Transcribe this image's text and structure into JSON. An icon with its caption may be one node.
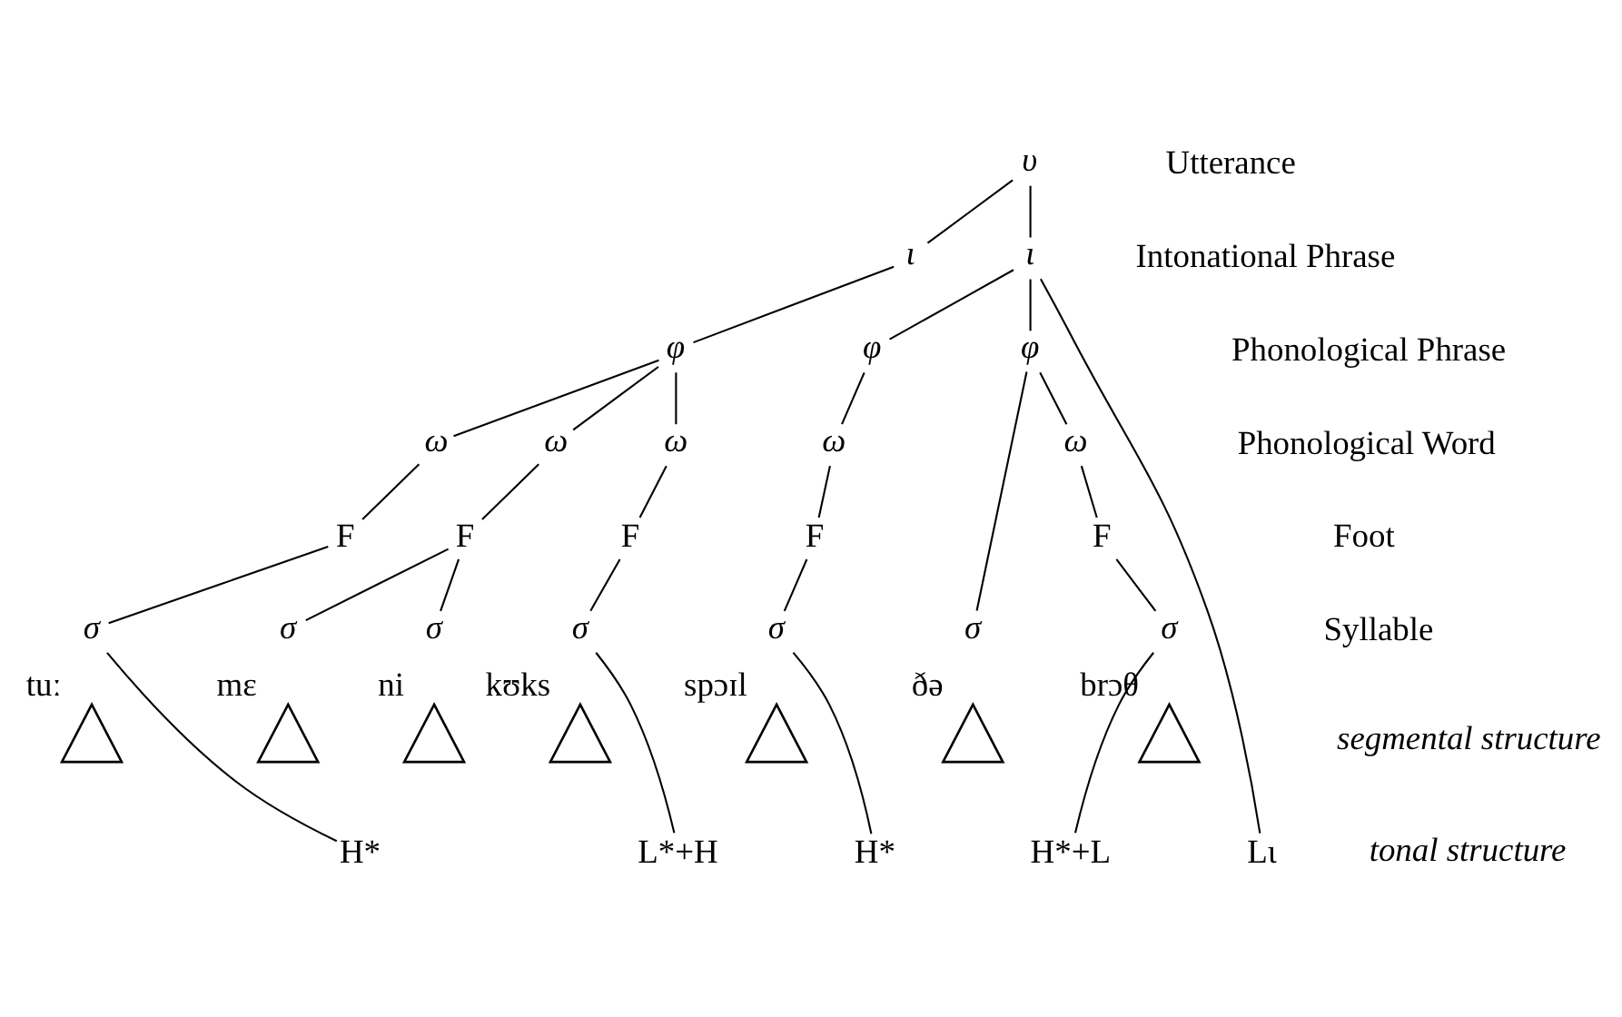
{
  "diagram": {
    "nodes": [
      {
        "text": [
          "υ"
        ]
      },
      {
        "text": [
          "ι"
        ]
      },
      {
        "text": [
          "ι"
        ]
      },
      {
        "text": [
          "φ"
        ]
      },
      {
        "text": [
          "φ"
        ]
      },
      {
        "text": [
          "φ"
        ]
      },
      {
        "text": [
          "ω"
        ]
      },
      {
        "text": [
          "ω"
        ]
      },
      {
        "text": [
          "ω"
        ]
      },
      {
        "text": [
          "ω"
        ]
      },
      {
        "text": [
          "ω"
        ]
      },
      {
        "text": [
          "F"
        ]
      },
      {
        "text": [
          "F"
        ]
      },
      {
        "text": [
          "F"
        ]
      },
      {
        "text": [
          "F"
        ]
      },
      {
        "text": [
          "F"
        ]
      },
      {
        "text": [
          "σ"
        ]
      },
      {
        "text": [
          "σ"
        ]
      },
      {
        "text": [
          "σ"
        ]
      },
      {
        "text": [
          "σ"
        ]
      },
      {
        "text": [
          "σ"
        ]
      },
      {
        "text": [
          "σ"
        ]
      },
      {
        "text": [
          "σ"
        ]
      },
      {
        "text": [],
        "shape": "triangle",
        "beside": [
          "tuː"
        ]
      },
      {
        "text": [],
        "shape": "triangle",
        "beside": [
          "mɛ"
        ]
      },
      {
        "text": [],
        "shape": "triangle",
        "beside": [
          "ni"
        ]
      },
      {
        "text": [],
        "shape": "triangle",
        "beside": [
          "kʊks"
        ]
      },
      {
        "text": [],
        "shape": "triangle",
        "beside": [
          "spɔɪl"
        ]
      },
      {
        "text": [],
        "shape": "triangle",
        "beside": [
          "ðə"
        ]
      },
      {
        "text": [],
        "shape": "triangle",
        "beside": [
          "brɔθ"
        ]
      },
      {
        "text": [
          "H*"
        ]
      },
      {
        "text": [
          "L*+H"
        ]
      },
      {
        "text": [
          "H*"
        ]
      },
      {
        "text": [
          "H*+L"
        ]
      },
      {
        "text": [
          "Lι"
        ]
      }
    ],
    "edges": [
      {
        "from": 0,
        "to": 1,
        "arrow": "none"
      },
      {
        "from": 0,
        "to": 2,
        "arrow": "none"
      },
      {
        "from": 1,
        "to": 3,
        "arrow": "none"
      },
      {
        "from": 2,
        "to": 4,
        "arrow": "none"
      },
      {
        "from": 2,
        "to": 5,
        "arrow": "none"
      },
      {
        "from": 2,
        "to": 34,
        "arrow": "none"
      },
      {
        "from": 3,
        "to": 6,
        "arrow": "none"
      },
      {
        "from": 3,
        "to": 7,
        "arrow": "none"
      },
      {
        "from": 3,
        "to": 8,
        "arrow": "none"
      },
      {
        "from": 4,
        "to": 9,
        "arrow": "none"
      },
      {
        "from": 5,
        "to": 21,
        "arrow": "none"
      },
      {
        "from": 5,
        "to": 10,
        "arrow": "none"
      },
      {
        "from": 6,
        "to": 11,
        "arrow": "none"
      },
      {
        "from": 7,
        "to": 12,
        "arrow": "none"
      },
      {
        "from": 8,
        "to": 13,
        "arrow": "none"
      },
      {
        "from": 9,
        "to": 14,
        "arrow": "none"
      },
      {
        "from": 10,
        "to": 15,
        "arrow": "none"
      },
      {
        "from": 11,
        "to": 16,
        "arrow": "none"
      },
      {
        "from": 12,
        "to": 17,
        "arrow": "none"
      },
      {
        "from": 12,
        "to": 18,
        "arrow": "none"
      },
      {
        "from": 13,
        "to": 19,
        "arrow": "none"
      },
      {
        "from": 14,
        "to": 20,
        "arrow": "none"
      },
      {
        "from": 15,
        "to": 22,
        "arrow": "none"
      },
      {
        "from": 16,
        "to": 30,
        "arrow": "none"
      },
      {
        "from": 19,
        "to": 31,
        "arrow": "none"
      },
      {
        "from": 20,
        "to": 32,
        "arrow": "none"
      },
      {
        "from": 22,
        "to": 33,
        "arrow": "none"
      }
    ],
    "labels": [
      "Utterance",
      "Intonational Phrase",
      "Phonological Phrase",
      "Phonological Word",
      "Foot",
      "Syllable",
      "segmental structure",
      "tonal structure"
    ]
  }
}
